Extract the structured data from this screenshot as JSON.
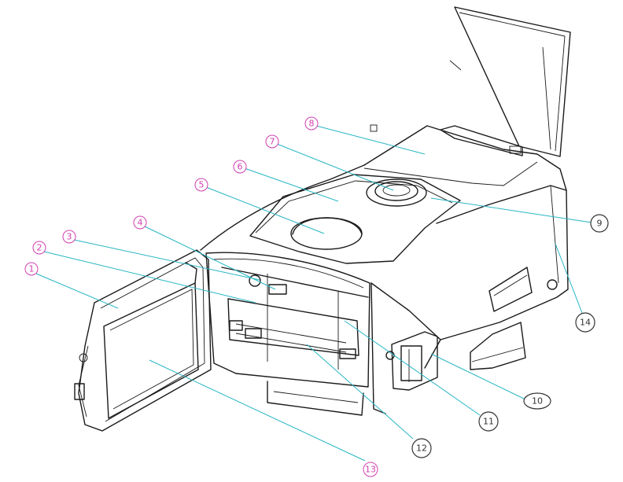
{
  "colors": {
    "drawing": "#1a1a1a",
    "callout_left": "#d13fb0",
    "leader_left": "#28b6c4",
    "callout_right": "#333333",
    "leader_right": "#28b6c4"
  },
  "callouts": [
    {
      "label": "1",
      "style": "left"
    },
    {
      "label": "2",
      "style": "left"
    },
    {
      "label": "3",
      "style": "left"
    },
    {
      "label": "4",
      "style": "left"
    },
    {
      "label": "5",
      "style": "left"
    },
    {
      "label": "6",
      "style": "left"
    },
    {
      "label": "7",
      "style": "left"
    },
    {
      "label": "8",
      "style": "left"
    },
    {
      "label": "9",
      "style": "right"
    },
    {
      "label": "10",
      "style": "right"
    },
    {
      "label": "11",
      "style": "right"
    },
    {
      "label": "12",
      "style": "right"
    },
    {
      "label": "13",
      "style": "left"
    },
    {
      "label": "14",
      "style": "right"
    }
  ]
}
